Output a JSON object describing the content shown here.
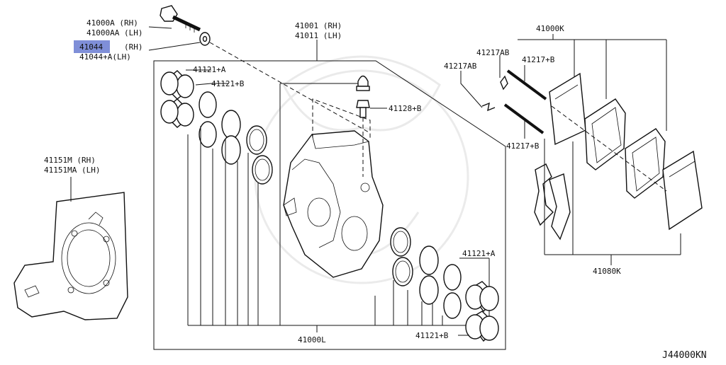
{
  "diagram_code": "J44000KN",
  "highlight_color": "#7f8fd8",
  "labels": {
    "bolt_rh": "41000A  (RH)",
    "bolt_lh": "41000AA (LH)",
    "washer_code": "41044",
    "washer_rh": "(RH)",
    "washer_lh": "41044+A(LH)",
    "caliper_rh": "41001 (RH)",
    "caliper_lh": "41011 (LH)",
    "piston_a_top": "41121+A",
    "seal_b_top": "41121+B",
    "bleeder": "41128+B",
    "pad_kit": "41000K",
    "clip_ab_1": "41217AB",
    "clip_ab_2": "41217AB",
    "pin_b_top": "41217+B",
    "pin_b_bottom": "41217+B",
    "shield_rh": "41151M  (RH)",
    "shield_lh": "41151MA (LH)",
    "piston_a_bottom": "41121+A",
    "seal_b_bottom": "41121+B",
    "seal_kit": "41000L",
    "hardware_kit": "41080K"
  }
}
